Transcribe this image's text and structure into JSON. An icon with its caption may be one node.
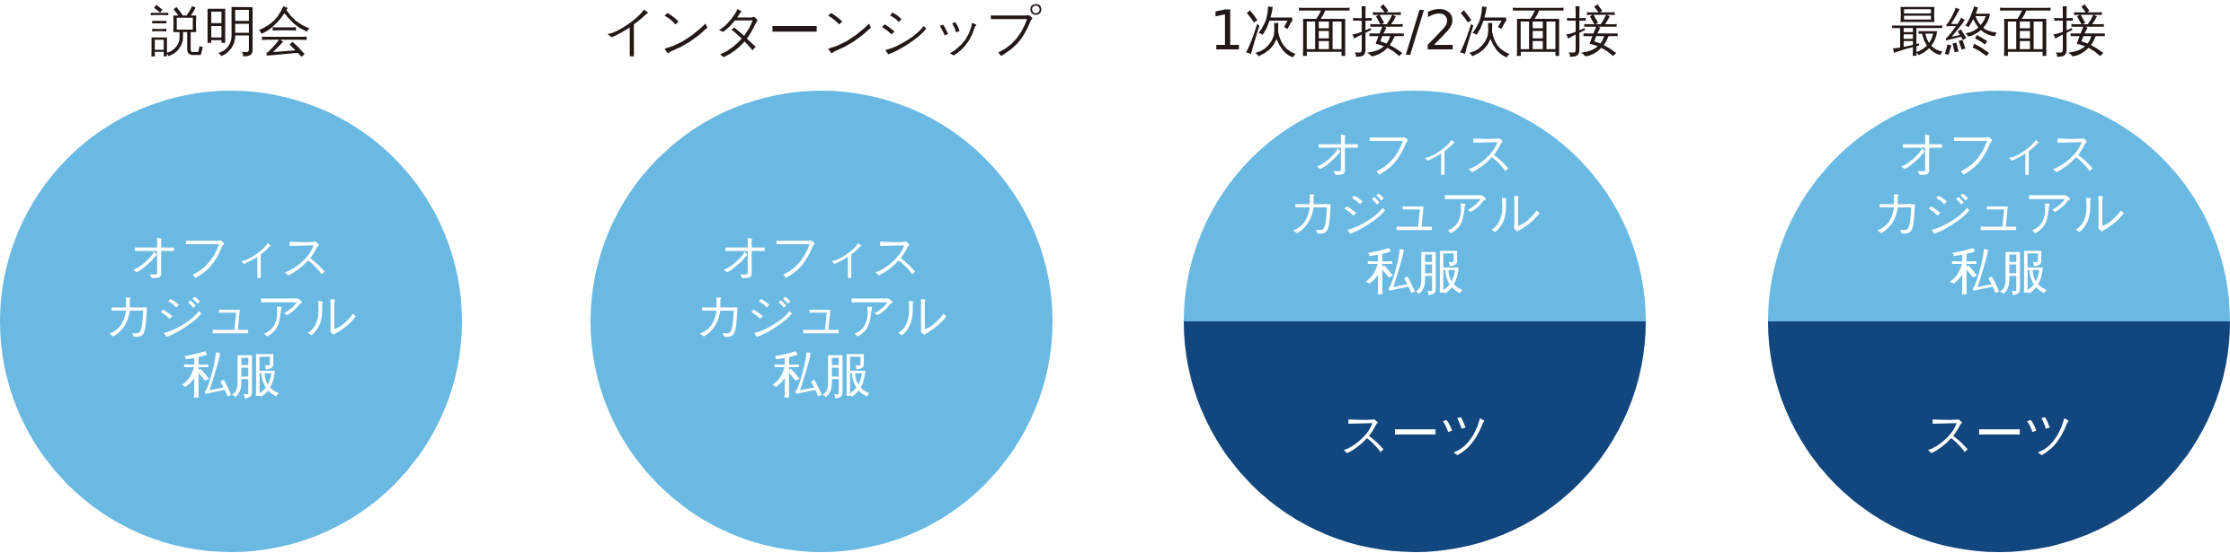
{
  "diagram": {
    "nodes": [
      {
        "text": [
          "説明会",
          "オフィスカジュアル",
          "私服"
        ]
      },
      {
        "text": [
          "インターンシップ",
          "オフィスカジュアル",
          "私服"
        ]
      },
      {
        "text": [
          "1次面接/2次面接"
        ]
      },
      {
        "text": [
          "オフィスカジュアル",
          "私服"
        ],
        "in": 2
      },
      {
        "text": [
          "スーツ"
        ],
        "in": 2
      },
      {
        "text": [
          "最終面接"
        ]
      },
      {
        "text": [
          "オフィスカジュアル",
          "私服"
        ],
        "in": 5
      },
      {
        "text": [
          "スーツ"
        ],
        "in": 5
      }
    ]
  }
}
